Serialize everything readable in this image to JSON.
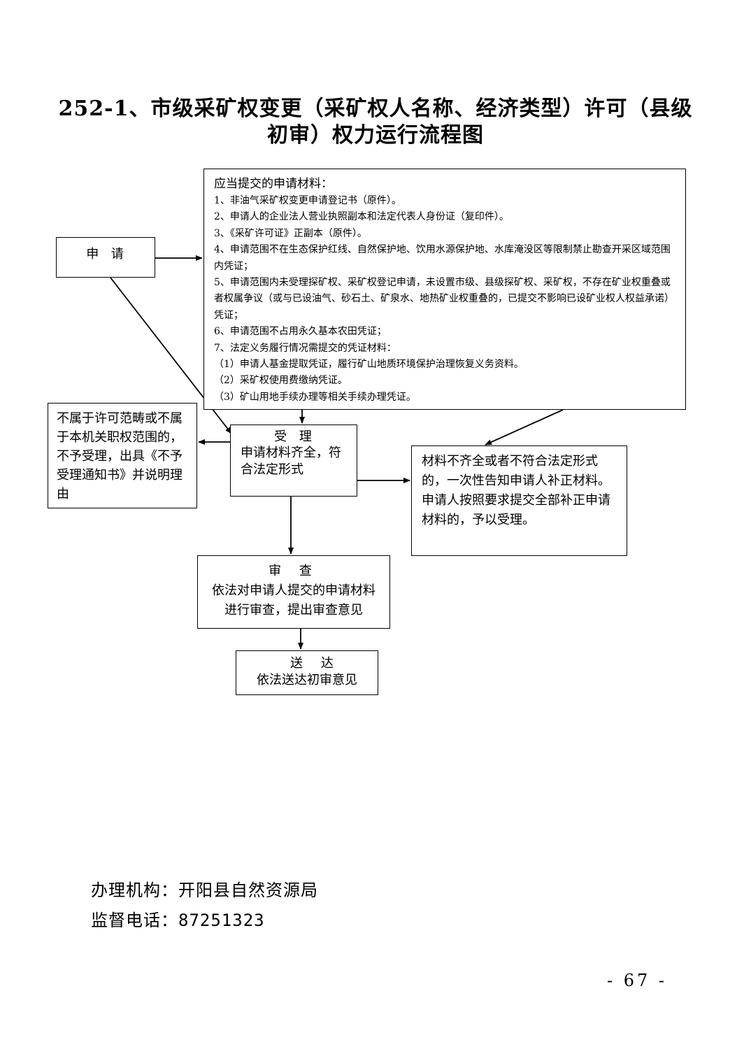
{
  "title": {
    "line1": "252-1、市级采矿权变更（采矿权人名称、经济类型）许可（县级",
    "line2": "初审）权力运行流程图"
  },
  "materials": {
    "heading": "应当提交的申请材料：",
    "items": [
      "1、非油气采矿权变更申请登记书（原件）。",
      "2、申请人的企业法人营业执照副本和法定代表人身份证（复印件）。",
      "3、《采矿许可证》正副本（原件）。",
      "4、申请范围不在生态保护红线、自然保护地、饮用水源保护地、水库淹没区等限制禁止勘查开采区域范围内凭证；",
      "5、申请范围内未受理探矿权、采矿权登记申请，未设置市级、县级探矿权、采矿权，不存在矿业权重叠或者权属争议（或与已设油气、砂石土、矿泉水、地热矿业权重叠的，已提交不影响已设矿业权人权益承诺）凭证；",
      "6、申请范围不占用永久基本农田凭证；",
      "7、法定义务履行情况需提交的凭证材料：",
      "（1）申请人基金提取凭证，履行矿山地质环境保护治理恢复义务资料。",
      "（2）采矿权使用费缴纳凭证。",
      "（3）矿山用地手续办理等相关手续办理凭证。"
    ]
  },
  "apply": {
    "label": "申  请"
  },
  "reject": {
    "text": "不属于许可范畴或不属于本机关职权范围的，不予受理，出具《不予受理通知书》并说明理由"
  },
  "accept": {
    "title": "受 理",
    "desc": "申请材料齐全，符合法定形式"
  },
  "supplement": {
    "text": "材料不齐全或者不符合法定形式的，一次性告知申请人补正材料。申请人按照要求提交全部补正申请材料的，予以受理。"
  },
  "review": {
    "title": "审 查",
    "desc1": "依法对申请人提交的申请材料",
    "desc2": "进行审查，提出审查意见"
  },
  "deliver": {
    "title": "送 达",
    "desc": "依法送达初审意见"
  },
  "footer": {
    "agency": "办理机构：开阳县自然资源局",
    "phone": "监督电话：87251323"
  },
  "page_number": "- 67 -"
}
